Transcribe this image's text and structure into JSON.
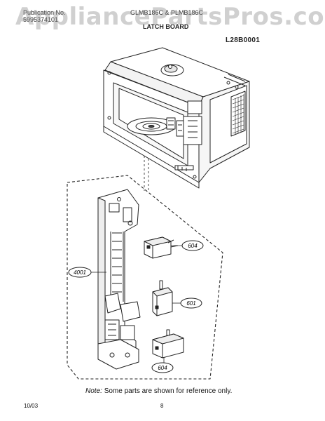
{
  "header": {
    "publication_label": "Publication No.",
    "publication_number": "5995374101",
    "models": "GLMB186C & PLMB186C",
    "section_title": "LATCH BOARD",
    "diagram_code": "L28B0001"
  },
  "watermark": "AppliancePartsPros.com",
  "callouts": [
    {
      "id": "c604a",
      "label": "604"
    },
    {
      "id": "c4001",
      "label": "4001"
    },
    {
      "id": "c601",
      "label": "601"
    },
    {
      "id": "c604b",
      "label": "604"
    }
  ],
  "note": {
    "label": "Note:",
    "text": "Some parts are shown for reference only."
  },
  "footer": {
    "date": "10/03",
    "page": "8"
  }
}
